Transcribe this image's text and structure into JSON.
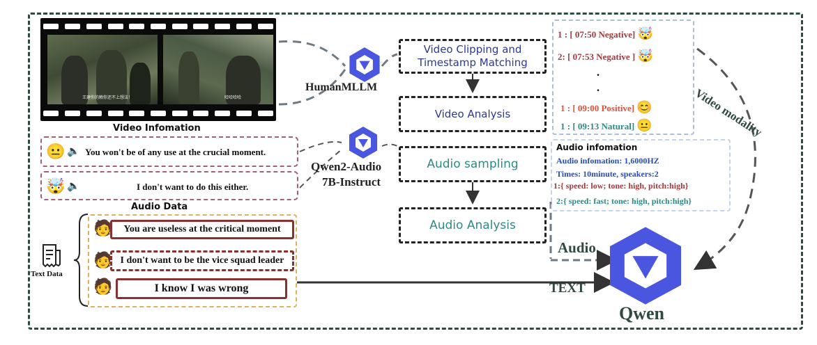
{
  "video": {
    "caption": "Video Infomation",
    "subtitle1": "王建你的赖你还不上想法！",
    "subtitle2": "哈哈哈哈"
  },
  "models": {
    "human": "HumanMLLM",
    "qwen_audio_1": "Qwen2-Audio",
    "qwen_audio_2": "7B-Instruct",
    "qwen": "Qwen"
  },
  "audio_data": {
    "caption": "Audio Data",
    "items": [
      {
        "emoji": "😐",
        "speaker": "🔈",
        "text": "You won't be of any use at the crucial moment."
      },
      {
        "emoji": "🤯",
        "speaker": "🔈",
        "text": "I don't want to do this either."
      }
    ]
  },
  "text_data": {
    "caption": "Text Data",
    "emoji": "🧑",
    "items": [
      "You are useless at the critical moment",
      "I don't want to be the vice squad leader",
      "I know I was wrong"
    ]
  },
  "process": {
    "clip": "Video Clipping and Timestamp Matching",
    "video_analysis": "Video Analysis",
    "audio_sampling": "Audio sampling",
    "audio_analysis": "Audio Analysis"
  },
  "timestamps": [
    {
      "text": "1 : [ 07:50 Negative]",
      "emoji": "🤯",
      "color": "#a23a3a"
    },
    {
      "text": "2: [ 07:53 Negative ]",
      "emoji": "🤯",
      "color": "#a23a3a"
    },
    {
      "text": "1 : [ 09:00 Positive]",
      "emoji": "😊",
      "color": "#e0503a"
    },
    {
      "text": "1 : [ 09:13 Natural]",
      "emoji": "😐",
      "color": "#2e8a84"
    }
  ],
  "audio_info": {
    "title": "Audio infomation",
    "line1": "Audio  infomation: 1,6000HZ",
    "line2": "Times: 10minute, speakers:2",
    "line3": "1:{ speed: low; tone: high, pitch:high}",
    "line4": "2:{ speed: fast; tone: high, pitch:high}"
  },
  "flow_labels": {
    "video_modality": "Video modality",
    "audio": "Audio",
    "text": "TEXT"
  },
  "colors": {
    "frame": "#2f4a3f",
    "logo": "#4a56e0",
    "red": "#a23a3a",
    "teal": "#2e8a84",
    "blue": "#2a4bb0"
  }
}
